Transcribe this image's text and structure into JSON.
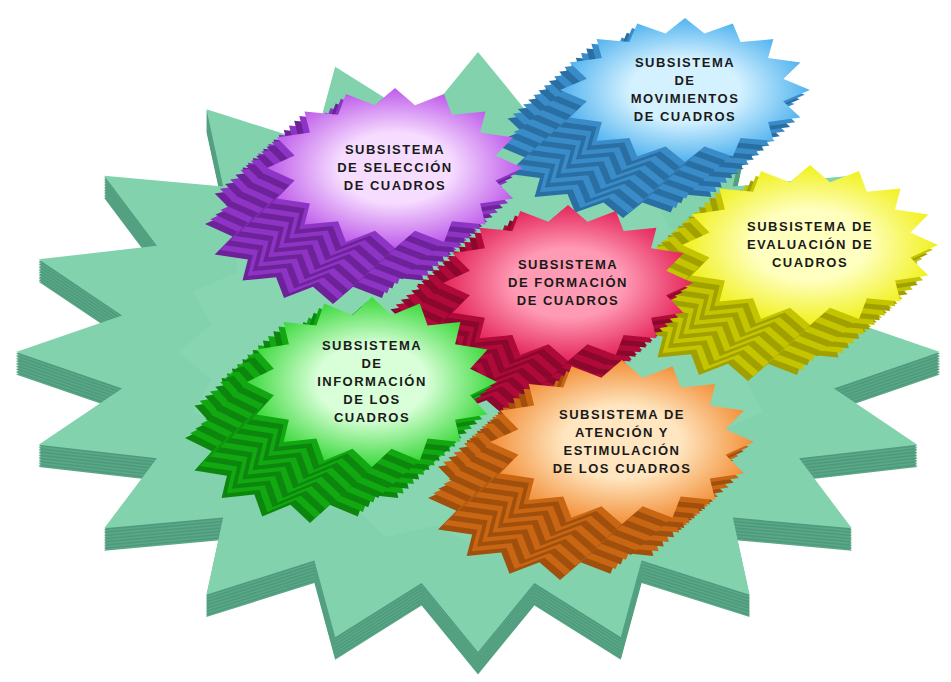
{
  "diagram": {
    "nodes": [
      {
        "text": [
          "SUBSISTEMA DE SELECCIÓN DE CUADROS"
        ]
      },
      {
        "text": [
          "SUBSISTEMA DE MOVIMIENTOS DE CUADROS"
        ]
      },
      {
        "text": [
          "SUBSISTEMA DE FORMACIÓN DE CUADROS"
        ]
      },
      {
        "text": [
          "SUBSISTEMA DE EVALUACIÓN DE CUADROS"
        ]
      },
      {
        "text": [
          "SUBSISTEMA DE INFORMACIÓN DE LOS CUADROS"
        ]
      },
      {
        "text": [
          "SUBSISTEMA DE ATENCIÓN Y ESTIMULACIÓN DE LOS CUADROS"
        ]
      }
    ]
  }
}
